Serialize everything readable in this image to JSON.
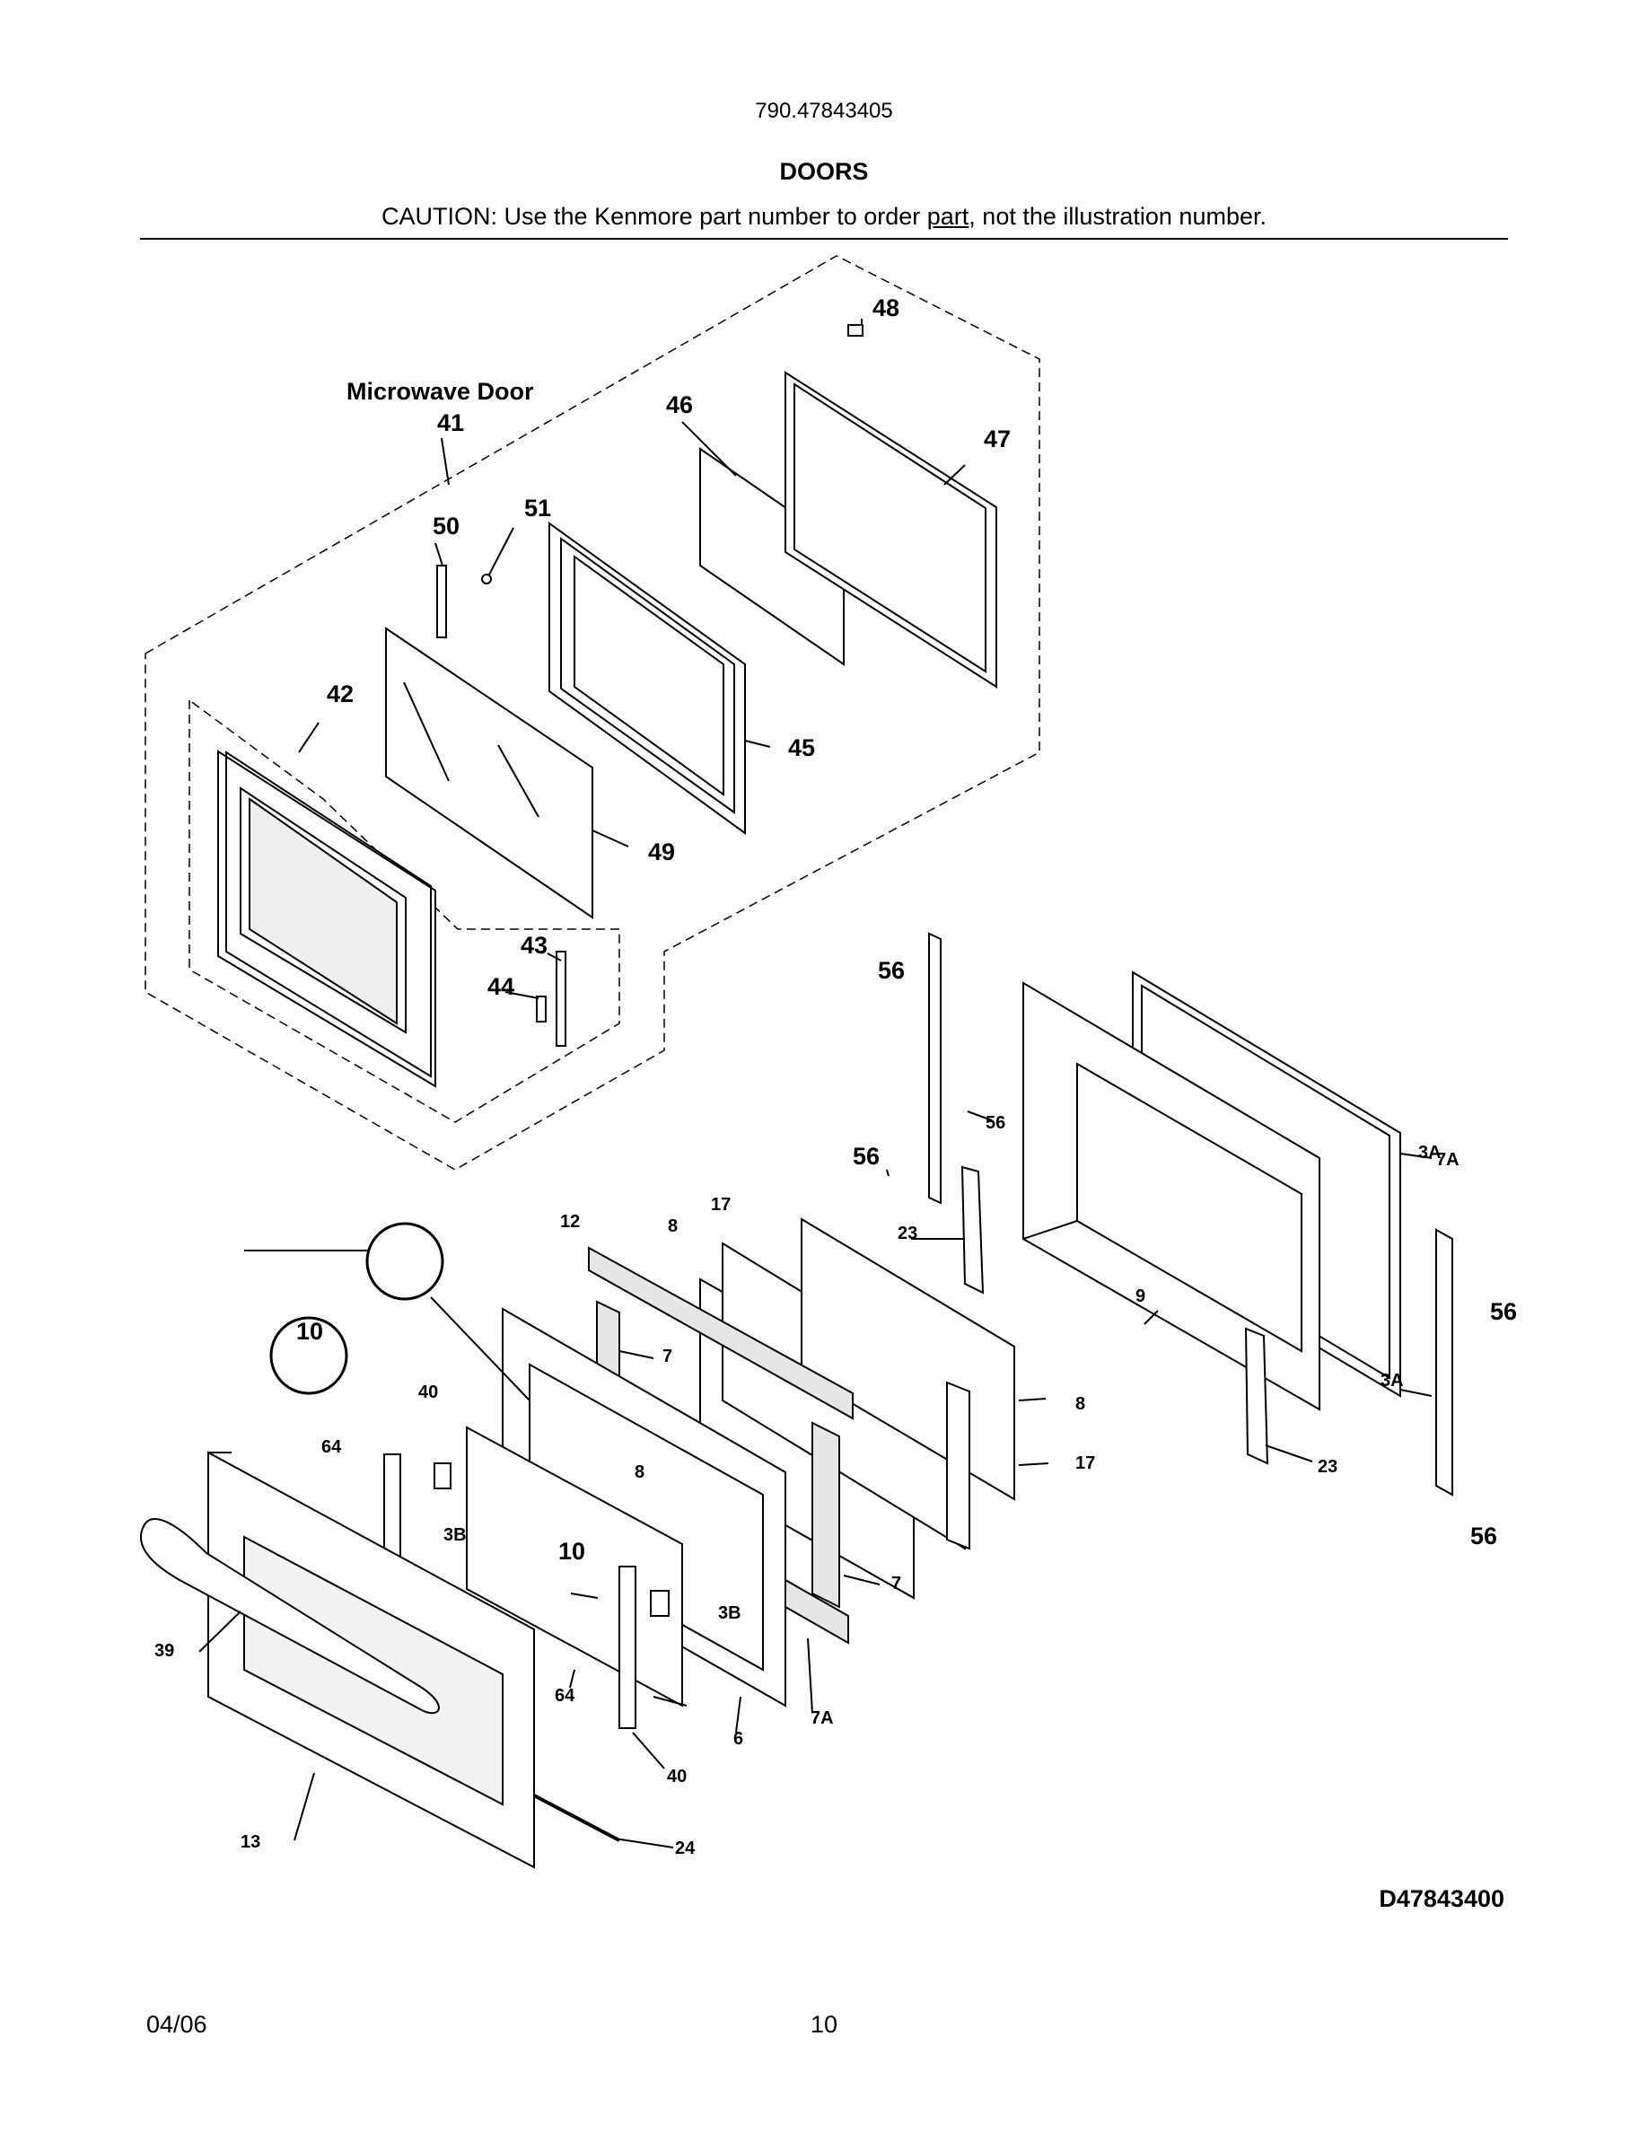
{
  "header": {
    "model_number": "790.47843405",
    "section_title": "DOORS",
    "caution_prefix": "CAUTION: Use the Kenmore part number to order ",
    "caution_link": "part",
    "caution_suffix": ", not the illustration number."
  },
  "diagram": {
    "group_label": "Microwave Door",
    "diagram_id": "D47843400",
    "callouts": [
      "48",
      "47",
      "46",
      "41",
      "50",
      "51",
      "42",
      "45",
      "49",
      "43",
      "44",
      "56",
      "56",
      "3A",
      "56",
      "12",
      "7A",
      "17",
      "8",
      "23",
      "9",
      "56",
      "10",
      "40",
      "7",
      "64",
      "8",
      "3B",
      "10",
      "3B",
      "8",
      "17",
      "3A",
      "56",
      "39",
      "64",
      "7",
      "7A",
      "6",
      "40",
      "13",
      "24",
      "23"
    ]
  },
  "footer": {
    "date": "04/06",
    "page_number": "10"
  }
}
